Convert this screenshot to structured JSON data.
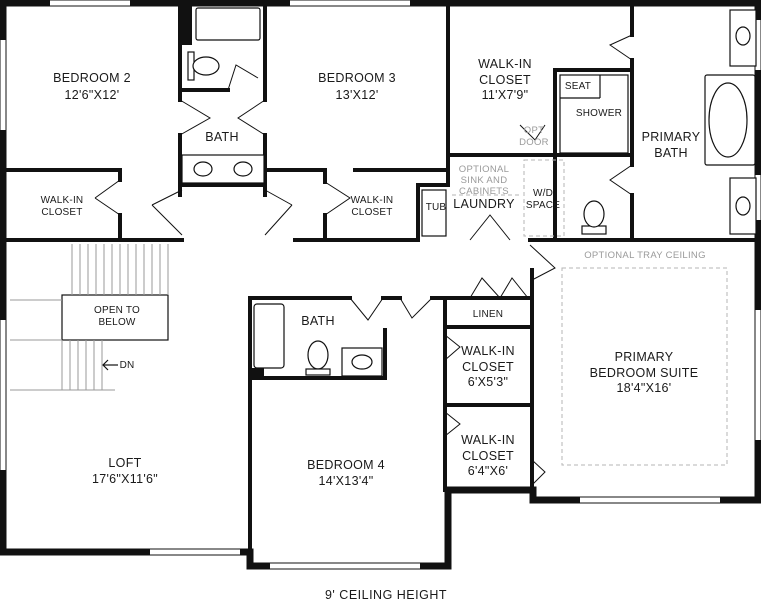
{
  "rooms": {
    "bedroom2": {
      "name": "BEDROOM 2",
      "dims": "12'6\"X12'"
    },
    "bath_top": {
      "name": "BATH"
    },
    "bedroom3": {
      "name": "BEDROOM 3",
      "dims": "13'X12'"
    },
    "walkin_primary": {
      "line1": "WALK-IN",
      "line2": "CLOSET",
      "dims": "11'X7'9\""
    },
    "opt_door": {
      "line1": "OPT",
      "line2": "DOOR"
    },
    "seat": {
      "name": "SEAT"
    },
    "shower": {
      "name": "SHOWER"
    },
    "primary_bath": {
      "line1": "PRIMARY",
      "line2": "BATH"
    },
    "walkin_b2": {
      "line1": "WALK-IN",
      "line2": "CLOSET"
    },
    "walkin_b3": {
      "line1": "WALK-IN",
      "line2": "CLOSET"
    },
    "optional_sink": {
      "line1": "OPTIONAL",
      "line2": "SINK AND",
      "line3": "CABINETS"
    },
    "tub": {
      "name": "TUB"
    },
    "laundry": {
      "name": "LAUNDRY"
    },
    "wd_space": {
      "line1": "W/D",
      "line2": "SPACE"
    },
    "tray_ceiling": {
      "name": "OPTIONAL TRAY CEILING"
    },
    "open_to_below": {
      "line1": "OPEN TO",
      "line2": "BELOW"
    },
    "dn": {
      "name": "DN"
    },
    "bath_mid": {
      "name": "BATH"
    },
    "linen": {
      "name": "LINEN"
    },
    "walkin_a": {
      "line1": "WALK-IN",
      "line2": "CLOSET",
      "dims": "6'X5'3\""
    },
    "walkin_b": {
      "line1": "WALK-IN",
      "line2": "CLOSET",
      "dims": "6'4\"X6'"
    },
    "primary_suite": {
      "line1": "PRIMARY",
      "line2": "BEDROOM SUITE",
      "dims": "18'4\"X16'"
    },
    "loft": {
      "name": "LOFT",
      "dims": "17'6\"X11'6\""
    },
    "bedroom4": {
      "name": "BEDROOM 4",
      "dims": "14'X13'4\""
    }
  },
  "footer": {
    "ceiling_note": "9' CEILING HEIGHT"
  }
}
